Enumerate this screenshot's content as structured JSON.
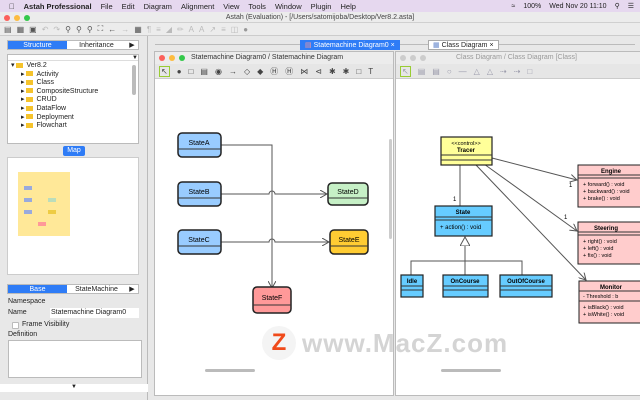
{
  "menubar": {
    "app": "Astah Professional",
    "items": [
      "File",
      "Edit",
      "Diagram",
      "Alignment",
      "View",
      "Tools",
      "Window",
      "Plugin",
      "Help"
    ],
    "battery": "100%",
    "clock": "Wed Nov 20  11:10"
  },
  "window": {
    "title": "Astah (Evaluation) - [/Users/satomijoba/Desktop/Ver8.2.asta]"
  },
  "left": {
    "tabs": [
      "Structure",
      "Inheritance"
    ],
    "tree": {
      "root": "Ver8.2",
      "items": [
        "Activity",
        "Class",
        "CompositeStructure",
        "CRUD",
        "DataFlow",
        "Deployment",
        "Flowchart"
      ]
    },
    "map_label": "Map",
    "props": {
      "tabs": [
        "Base",
        "StateMachine"
      ],
      "namespace_label": "Namespace",
      "name_label": "Name",
      "name_value": "Statemachine Diagram0",
      "frame_visibility_label": "Frame Visibility",
      "frame_visibility": false,
      "definition_label": "Definition",
      "definition_value": ""
    }
  },
  "tabs": [
    {
      "label": "Statemachine Diagram0",
      "active": true
    },
    {
      "label": "Class Diagram",
      "active": false
    }
  ],
  "state_window": {
    "title": "Statemachine Diagram0 / Statemachine Diagram",
    "states": {
      "a": "StateA",
      "b": "StateB",
      "c": "StateC",
      "d": "StateD",
      "e": "StateE",
      "f": "StateF"
    },
    "colors": {
      "blue": "#99ccff",
      "green": "#c6f0c6",
      "yellow": "#ffcc33",
      "red": "#ff9999"
    }
  },
  "class_window": {
    "title": "Class Diagram / Class Diagram [Class]",
    "tracer": {
      "stereotype": "<<control>>",
      "name": "Tracer"
    },
    "state": {
      "name": "State",
      "ops": [
        "+ action() : void"
      ]
    },
    "subclasses": [
      "Idle",
      "OnCourse",
      "OutOfCourse"
    ],
    "engine": {
      "name": "Engine",
      "ops": [
        "+ forward() : void",
        "+ backward() : void",
        "+ brake() : void"
      ]
    },
    "steering": {
      "name": "Steering",
      "ops": [
        "+ right() : void",
        "+ left() : void",
        "+ fix() : void"
      ]
    },
    "monitor": {
      "name": "Monitor",
      "attrs": [
        "- Threshold : b"
      ],
      "ops": [
        "+ isBlack() : void",
        "+ isWhite() : void"
      ]
    },
    "multiplicities": [
      "1",
      "1",
      "1"
    ]
  },
  "watermark": "www.MacZ.com"
}
